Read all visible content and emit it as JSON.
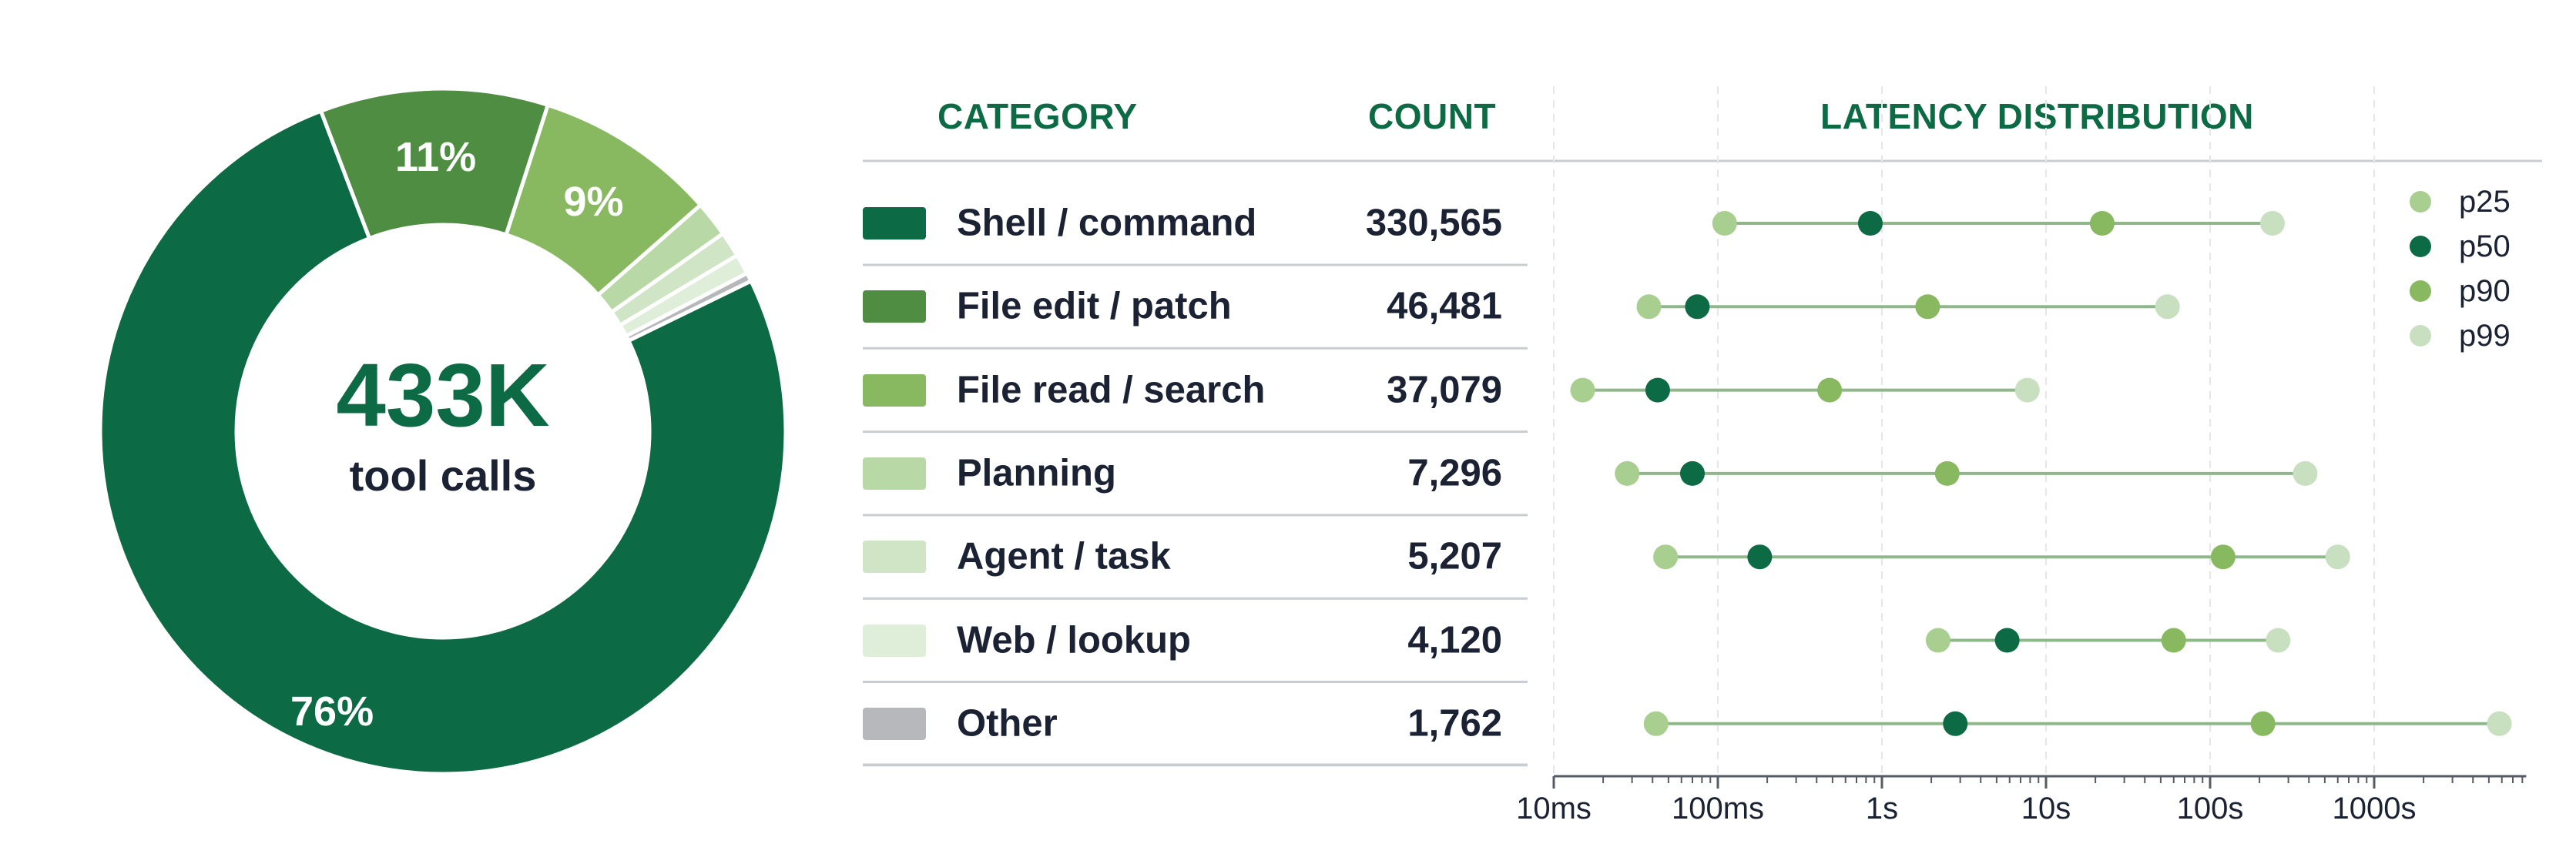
{
  "chart_data": [
    {
      "type": "pie",
      "center_value": "433K",
      "center_label": "tool calls",
      "slices": [
        {
          "label": "Shell / command",
          "value": 330565,
          "pct_label": "76%",
          "color": "#0c6b44"
        },
        {
          "label": "File edit / patch",
          "value": 46481,
          "pct_label": "11%",
          "color": "#4f8d42"
        },
        {
          "label": "File read / search",
          "value": 37079,
          "pct_label": "9%",
          "color": "#88b85f"
        },
        {
          "label": "Planning",
          "value": 7296,
          "pct_label": "",
          "color": "#b8d9a6"
        },
        {
          "label": "Agent / task",
          "value": 5207,
          "pct_label": "",
          "color": "#cfe5c6"
        },
        {
          "label": "Web / lookup",
          "value": 4120,
          "pct_label": "",
          "color": "#dfeed9"
        },
        {
          "label": "Other",
          "value": 1762,
          "pct_label": "",
          "color": "#b6b8bb"
        }
      ]
    },
    {
      "type": "table",
      "columns": [
        "CATEGORY",
        "COUNT"
      ],
      "rows": [
        {
          "category": "Shell / command",
          "count": "330,565",
          "color": "#0c6b44"
        },
        {
          "category": "File edit / patch",
          "count": "46,481",
          "color": "#4f8d42"
        },
        {
          "category": "File read / search",
          "count": "37,079",
          "color": "#88b85f"
        },
        {
          "category": "Planning",
          "count": "7,296",
          "color": "#b8d9a6"
        },
        {
          "category": "Agent / task",
          "count": "5,207",
          "color": "#cfe5c6"
        },
        {
          "category": "Web / lookup",
          "count": "4,120",
          "color": "#dfeed9"
        },
        {
          "category": "Other",
          "count": "1,762",
          "color": "#b6b8bb"
        }
      ]
    },
    {
      "type": "scatter",
      "title": "LATENCY DISTRIBUTION",
      "x_scale": "log",
      "x_unit": "seconds",
      "xlim": [
        0.01,
        8000
      ],
      "x_ticks": [
        {
          "value": 0.01,
          "label": "10ms"
        },
        {
          "value": 0.1,
          "label": "100ms"
        },
        {
          "value": 1,
          "label": "1s"
        },
        {
          "value": 10,
          "label": "10s"
        },
        {
          "value": 100,
          "label": "100s"
        },
        {
          "value": 1000,
          "label": "1000s"
        }
      ],
      "series": [
        {
          "name": "p25",
          "color": "#a8cf8f"
        },
        {
          "name": "p50",
          "color": "#0c6b44"
        },
        {
          "name": "p90",
          "color": "#88b85f"
        },
        {
          "name": "p99",
          "color": "#c8dfc0"
        }
      ],
      "rows": [
        {
          "category": "Shell / command",
          "p25": 0.11,
          "p50": 0.85,
          "p90": 22,
          "p99": 240
        },
        {
          "category": "File edit / patch",
          "p25": 0.038,
          "p50": 0.075,
          "p90": 1.9,
          "p99": 55
        },
        {
          "category": "File read / search",
          "p25": 0.015,
          "p50": 0.043,
          "p90": 0.48,
          "p99": 7.7
        },
        {
          "category": "Planning",
          "p25": 0.028,
          "p50": 0.07,
          "p90": 2.5,
          "p99": 380
        },
        {
          "category": "Agent / task",
          "p25": 0.048,
          "p50": 0.18,
          "p90": 120,
          "p99": 600
        },
        {
          "category": "Web / lookup",
          "p25": 2.2,
          "p50": 5.8,
          "p90": 60,
          "p99": 260
        },
        {
          "category": "Other",
          "p25": 0.042,
          "p50": 2.8,
          "p90": 210,
          "p99": 5800
        }
      ]
    }
  ]
}
